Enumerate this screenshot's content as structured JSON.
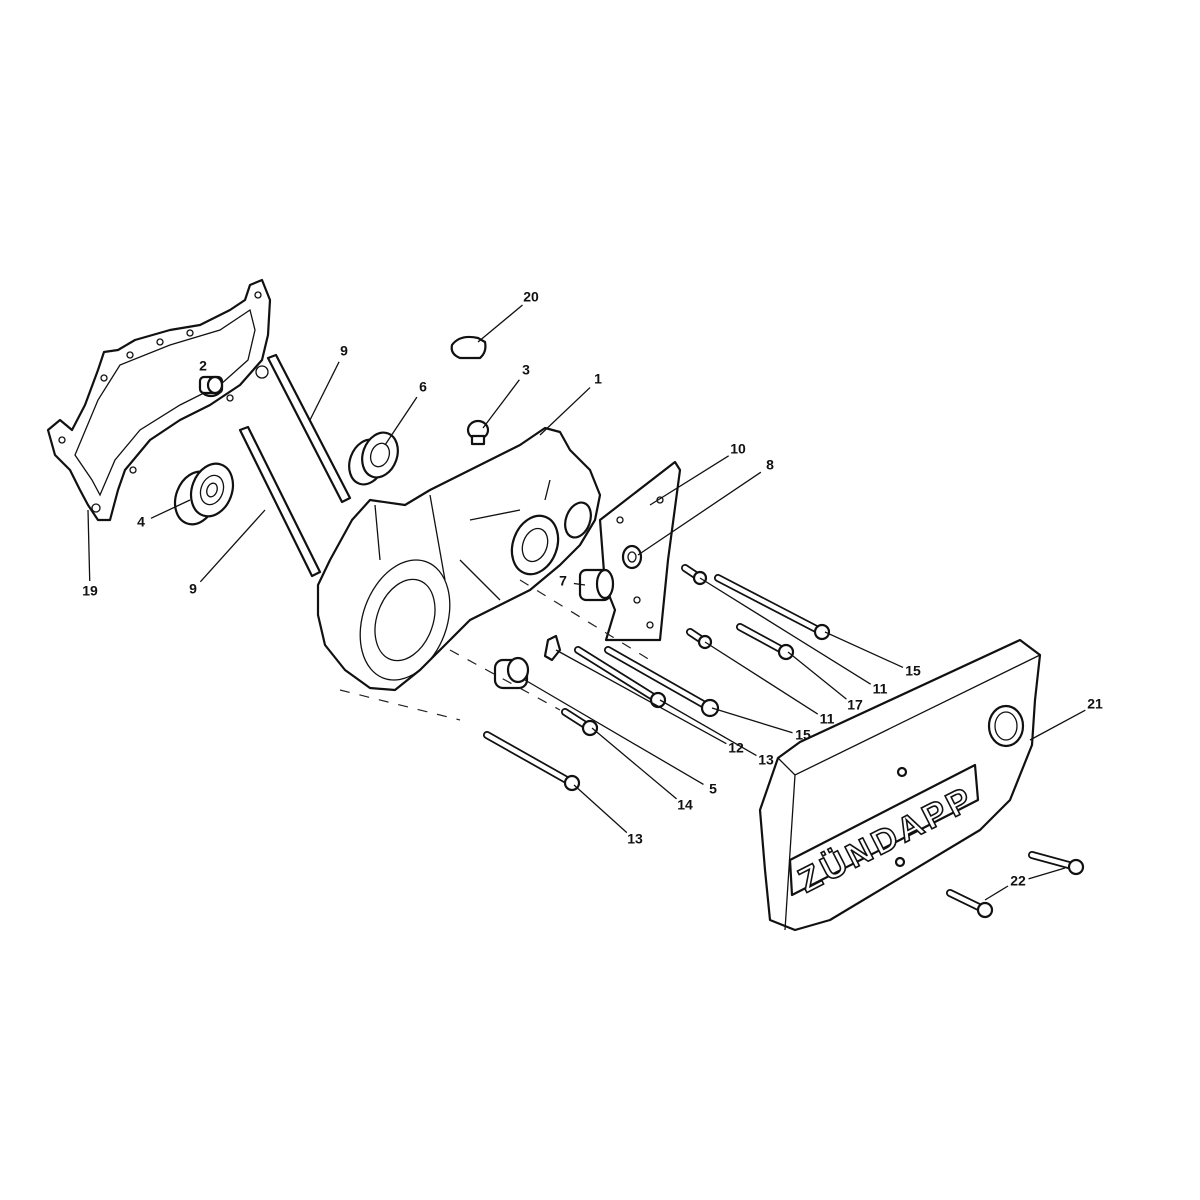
{
  "diagram": {
    "type": "exploded-parts-view",
    "callouts": [
      "20",
      "9",
      "3",
      "1",
      "6",
      "2",
      "10",
      "8",
      "4",
      "19",
      "9",
      "7",
      "15",
      "11",
      "17",
      "11",
      "15",
      "21",
      "12",
      "13",
      "5",
      "14",
      "13",
      "22"
    ],
    "cover_logo": "ZÜNDAPP"
  }
}
